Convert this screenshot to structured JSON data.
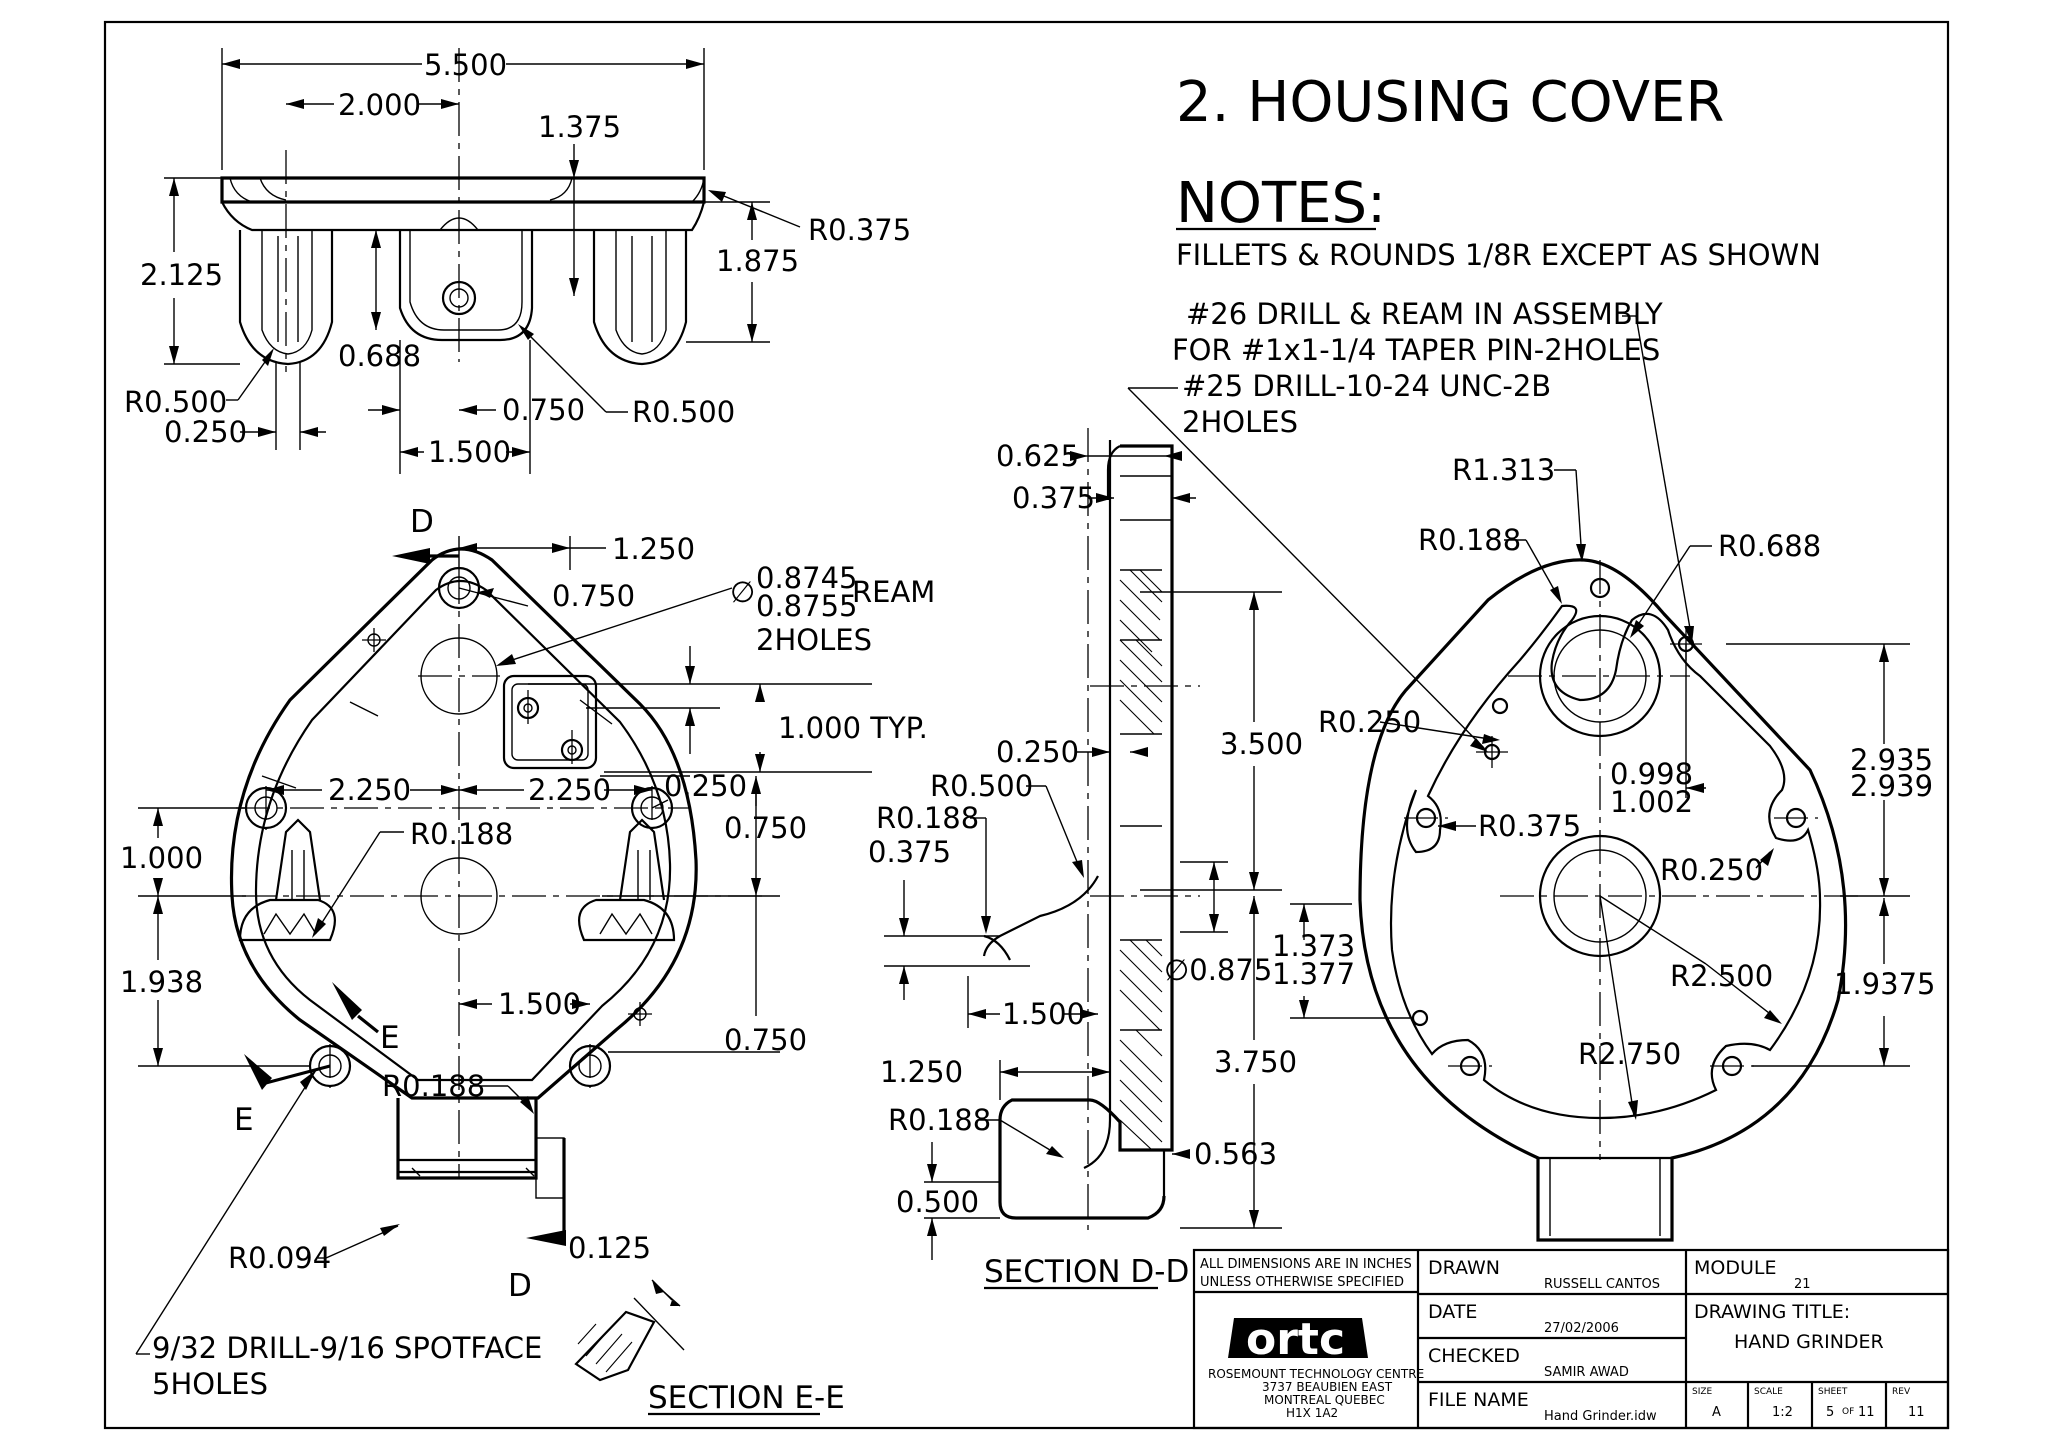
{
  "title": "2. HOUSING COVER",
  "notes": {
    "heading": "NOTES:",
    "line1": "FILLETS & ROUNDS 1/8R EXCEPT AS SHOWN",
    "drill26_l1": "#26 DRILL & REAM IN ASSEMBLY",
    "drill26_l2": "FOR #1x1-1/4 TAPER PIN-2HOLES",
    "drill25_l1": "#25 DRILL-10-24 UNC-2B",
    "drill25_l2": "2HOLES",
    "drill932_l1": "9/32 DRILL-9/16 SPOTFACE",
    "drill932_l2": "5HOLES",
    "ream_l1": "0.8745",
    "ream_l2": "0.8755",
    "ream_word": "REAM",
    "ream_l3": "2HOLES",
    "diam_sym": "∅"
  },
  "top_view": {
    "d_5500": "5.500",
    "d_2000": "2.000",
    "d_1375": "1.375",
    "d_2125": "2.125",
    "d_1875": "1.875",
    "d_r0375": "R0.375",
    "d_0688": "0.688",
    "d_r0500a": "R0.500",
    "d_0250": "0.250",
    "d_0750": "0.750",
    "d_r0500b": "R0.500",
    "d_1500": "1.500"
  },
  "front_view": {
    "label_d": "D",
    "label_e": "E",
    "d_1250": "1.250",
    "d_0750a": "0.750",
    "d_1000typ": "1.000 TYP.",
    "d_0750b": "0.750",
    "d_2250a": "2.250",
    "d_2250b": "2.250",
    "d_0250": "0.250",
    "d_1000": "1.000",
    "d_r0188a": "R0.188",
    "d_1938": "1.938",
    "d_1500": "1.500",
    "d_0750c": "0.750",
    "d_r0188b": "R0.188",
    "d_r0094": "R0.094",
    "d_0125": "0.125"
  },
  "section_dd": {
    "caption": "SECTION D-D",
    "d_0625": "0.625",
    "d_0375a": "0.375",
    "d_3500": "3.500",
    "d_0250": "0.250",
    "d_r0500": "R0.500",
    "d_r0188a": "R0.188",
    "d_0375b": "0.375",
    "d_0875": "∅0.875",
    "d_1500": "1.500",
    "d_3750": "3.750",
    "d_1250": "1.250",
    "d_r0188b": "R0.188",
    "d_0563": "0.563",
    "d_0500": "0.500"
  },
  "section_ee": {
    "caption": "SECTION E-E"
  },
  "right_view": {
    "d_r1313": "R1.313",
    "d_r0188": "R0.188",
    "d_r0688": "R0.688",
    "d_r0250a": "R0.250",
    "d_2935": "2.935",
    "d_2939": "2.939",
    "d_0998": "0.998",
    "d_1002": "1.002",
    "d_r0375": "R0.375",
    "d_r0250b": "R0.250",
    "d_1373": "1.373",
    "d_1377": "1.377",
    "d_r2500": "R2.500",
    "d_19375": "1.9375",
    "d_r2750": "R2.750"
  },
  "title_block": {
    "units_l1": "ALL DIMENSIONS ARE IN INCHES",
    "units_l2": "UNLESS OTHERWISE SPECIFIED",
    "logo": "ortc",
    "org_l1": "ROSEMOUNT TECHNOLOGY CENTRE",
    "org_l2": "3737 BEAUBIEN EAST",
    "org_l3": "MONTREAL QUEBEC",
    "org_l4": "H1X 1A2",
    "drawn_label": "DRAWN",
    "drawn_value": "RUSSELL CANTOS",
    "date_label": "DATE",
    "date_value": "27/02/2006",
    "checked_label": "CHECKED",
    "checked_value": "SAMIR AWAD",
    "file_label": "FILE NAME",
    "file_value": "Hand Grinder.idw",
    "module_label": "MODULE",
    "module_value": "21",
    "title_label": "DRAWING TITLE:",
    "title_value": "HAND GRINDER",
    "size_label": "SIZE",
    "size_value": "A",
    "scale_label": "SCALE",
    "scale_value": "1:2",
    "sheet_label": "SHEET",
    "sheet_value": "5",
    "sheet_of": "OF",
    "sheet_total": "11",
    "rev_label": "REV",
    "rev_value": "11"
  }
}
